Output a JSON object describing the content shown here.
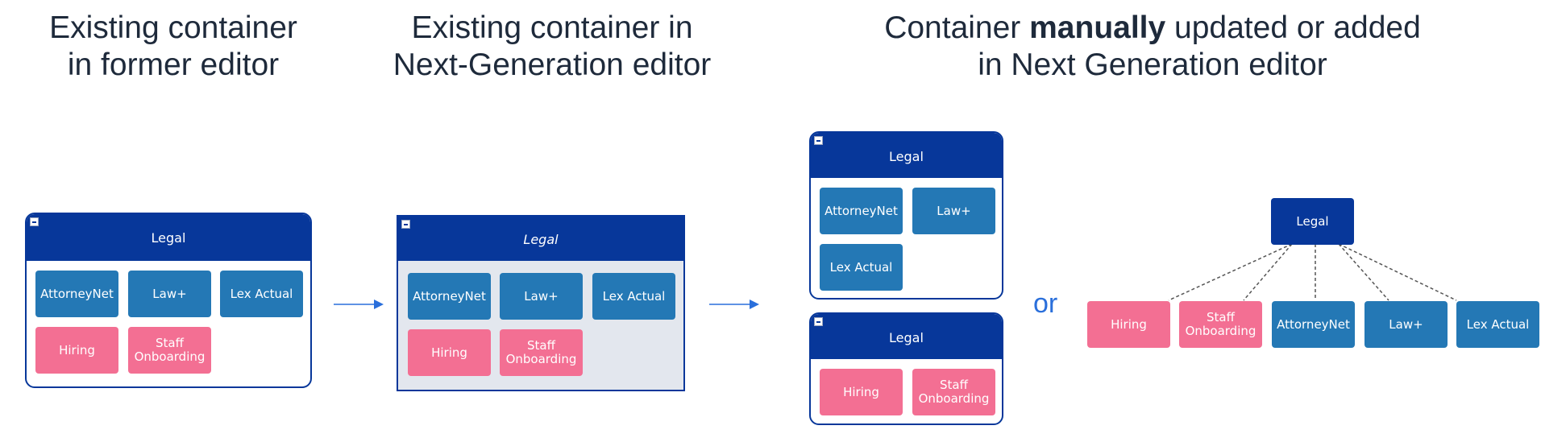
{
  "headings": {
    "col1_line1": "Existing container",
    "col1_line2": "in former editor",
    "col2_line1": "Existing container in",
    "col2_line2": "Next-Generation editor",
    "col3_line1_pre": "Container ",
    "col3_line1_bold": "manually",
    "col3_line1_post": " updated or added",
    "col3_line2": "in Next Generation editor"
  },
  "former_container": {
    "title": "Legal",
    "tiles": [
      "AttorneyNet",
      "Law+",
      "Lex Actual",
      "Hiring",
      "Staff Onboarding"
    ]
  },
  "ng_container": {
    "title": "Legal",
    "tiles": [
      "AttorneyNet",
      "Law+",
      "Lex Actual",
      "Hiring",
      "Staff Onboarding"
    ]
  },
  "split_container_top": {
    "title": "Legal",
    "tiles": [
      "AttorneyNet",
      "Law+",
      "Lex Actual"
    ]
  },
  "split_container_bottom": {
    "title": "Legal",
    "tiles": [
      "Hiring",
      "Staff Onboarding"
    ]
  },
  "or_label": "or",
  "tree": {
    "root": "Legal",
    "children": [
      "Hiring",
      "Staff Onboarding",
      "AttorneyNet",
      "Law+",
      "Lex Actual"
    ]
  },
  "colors": {
    "navy": "#07379a",
    "blue_tile": "#2478b5",
    "pink_tile": "#f36f93",
    "arrow": "#2a6fdb",
    "ng_background": "#e3e7ee"
  }
}
